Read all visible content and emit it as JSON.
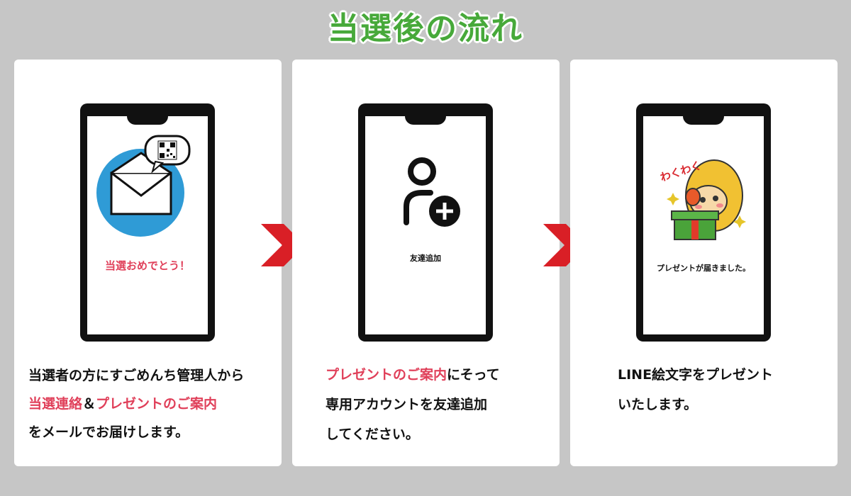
{
  "title": "当選後の流れ",
  "steps": [
    {
      "screen_text": "当選おめでとう！",
      "desc_line1": "当選者の方にすごめんち管理人から",
      "desc_line2_hl": "当選連絡",
      "desc_line2_mid": "＆",
      "desc_line2_hl2": "プレゼントのご案内",
      "desc_line3": "をメールでお届けします。"
    },
    {
      "screen_text": "友達追加",
      "desc_line1_hl": "プレゼントのご案内",
      "desc_line1_rest": "にそって",
      "desc_line2": "専用アカウントを友達追加",
      "desc_line3": "してください。"
    },
    {
      "screen_text": "プレゼントが届きました。",
      "sticker_text": "わくわく",
      "desc_line1": "LINE絵文字をプレゼント",
      "desc_line2": "いたします。"
    }
  ],
  "colors": {
    "background": "#c6c6c6",
    "title_green": "#47a93a",
    "highlight": "#e0405a",
    "arrow_red": "#d91f26",
    "mail_blue": "#2f9bd6"
  }
}
